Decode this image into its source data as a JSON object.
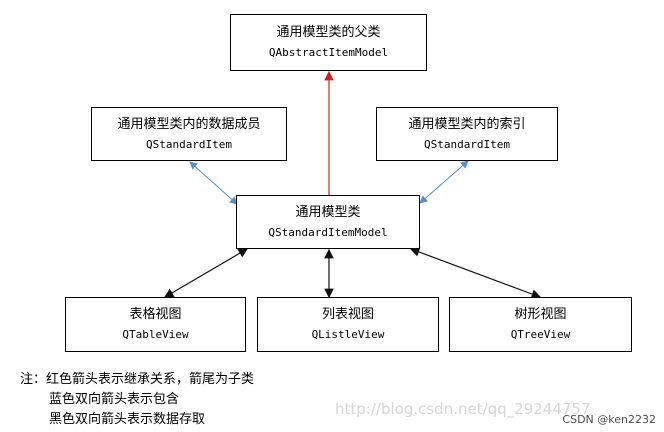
{
  "nodes": {
    "parent": {
      "title": "通用模型类的父类",
      "code": "QAbstractItemModel"
    },
    "data_member": {
      "title": "通用模型类内的数据成员",
      "code": "QStandardItem"
    },
    "index": {
      "title": "通用模型类内的索引",
      "code": "QStandardItem"
    },
    "model": {
      "title": "通用模型类",
      "code": "QStandardItemModel"
    },
    "table_view": {
      "title": "表格视图",
      "code": "QTableView"
    },
    "list_view": {
      "title": "列表视图",
      "code": "QListleView"
    },
    "tree_view": {
      "title": "树形视图",
      "code": "QTreeView"
    }
  },
  "colors": {
    "inheritance": "#cc2222",
    "containment": "#5b8cc4",
    "data_access": "#111111"
  },
  "notes": {
    "line1": "注：红色箭头表示继承关系，箭尾为子类",
    "line2": "蓝色双向箭头表示包含",
    "line3": "黑色双向箭头表示数据存取"
  },
  "watermark": {
    "url": "http://blog.csdn.net/qq_29244757",
    "credit": "CSDN @ken2232"
  }
}
